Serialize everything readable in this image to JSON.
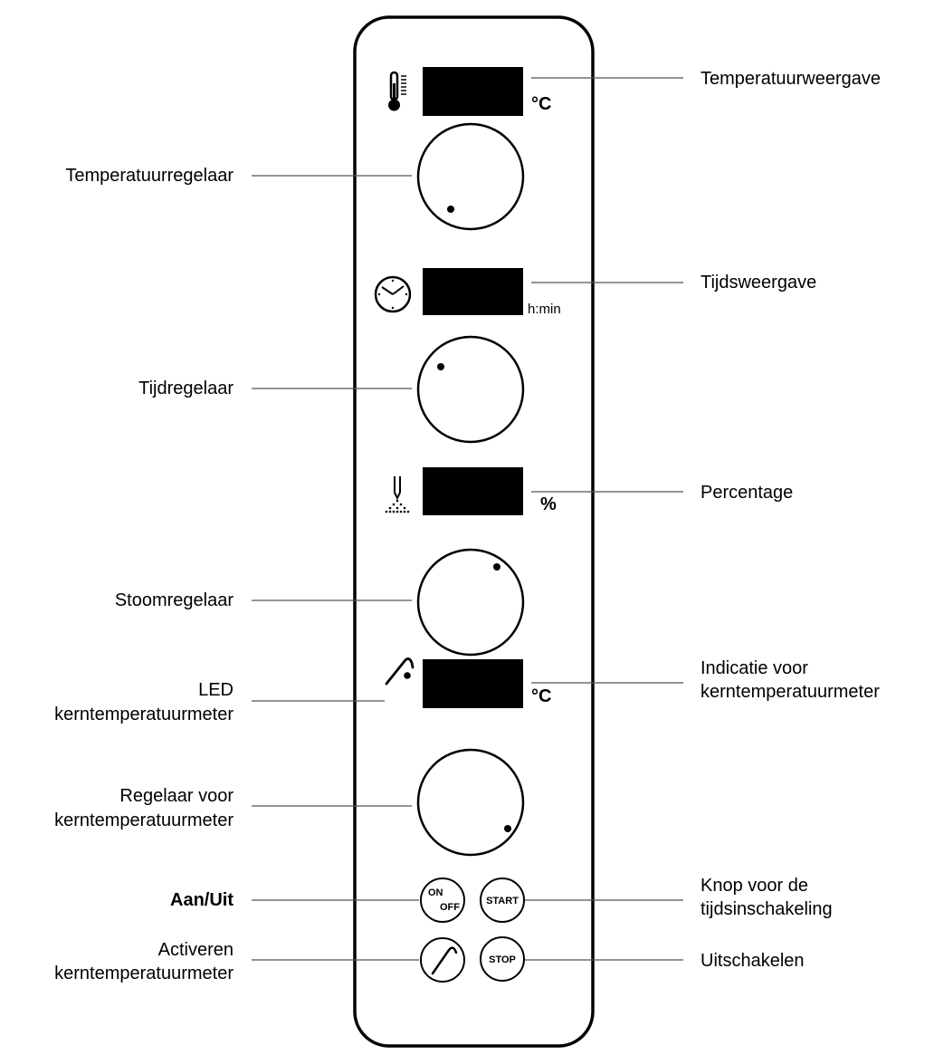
{
  "units": {
    "temperature": "°C",
    "time": "h:min",
    "steam": "%",
    "core": "°C"
  },
  "buttons": {
    "on_line1": "ON",
    "on_line2": "OFF",
    "start": "START",
    "stop": "STOP"
  },
  "labels_left": {
    "temp_controller": "Temperatuurregelaar",
    "time_controller": "Tijdregelaar",
    "steam_controller": "Stoomregelaar",
    "core_led_line1": "LED",
    "core_led_line2": "kerntemperatuurmeter",
    "core_controller_line1": "Regelaar voor",
    "core_controller_line2": "kerntemperatuurmeter",
    "on_off": "Aan/Uit",
    "activate_core_line1": "Activeren",
    "activate_core_line2": "kerntemperatuurmeter"
  },
  "labels_right": {
    "temp_display": "Temperatuurweergave",
    "time_display": "Tijdsweergave",
    "percentage": "Percentage",
    "core_indication_line1": "Indicatie voor",
    "core_indication_line2": "kerntemperatuurmeter",
    "timer_button_line1": "Knop voor de",
    "timer_button_line2": "tijdsinschakeling",
    "switch_off": "Uitschakelen"
  },
  "icons": {
    "temperature": "thermometer-icon",
    "time": "clock-icon",
    "steam": "steam-icon",
    "core": "core-probe-icon",
    "core_button": "core-probe-icon"
  }
}
